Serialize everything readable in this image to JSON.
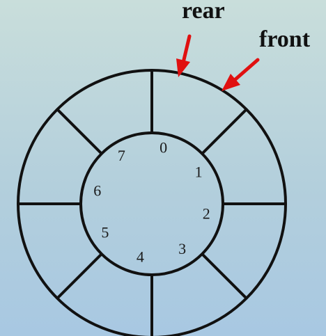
{
  "queue": {
    "capacity": 8,
    "slot_indices": [
      "0",
      "1",
      "2",
      "3",
      "4",
      "5",
      "6",
      "7"
    ]
  },
  "pointers": {
    "rear": {
      "label": "rear",
      "slot": 0,
      "color": "#e01010"
    },
    "front": {
      "label": "front",
      "slot": 1,
      "color": "#e01010"
    }
  },
  "colors": {
    "stroke": "#111111",
    "arrow": "#e01010",
    "background_top": "#c9dedb",
    "background_bottom": "#a8c8e2"
  }
}
